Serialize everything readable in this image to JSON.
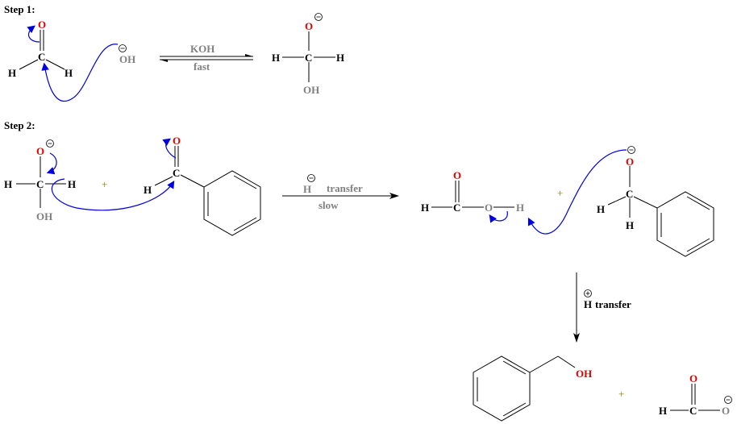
{
  "steps": {
    "step1": "Step 1:",
    "step2": "Step 2:"
  },
  "step1": {
    "formaldehyde": {
      "o": "O",
      "c": "C",
      "h1": "H",
      "h2": "H"
    },
    "hydroxide": "OH",
    "reagent": "KOH",
    "condition": "fast",
    "product": {
      "o": "O",
      "c": "C",
      "h1": "H",
      "h2": "H",
      "oh": "OH"
    }
  },
  "step2": {
    "intermediate": {
      "o": "O",
      "c": "C",
      "h1": "H",
      "h2": "H",
      "oh": "OH"
    },
    "plus": "+",
    "benzaldehyde": {
      "o": "O",
      "c": "C",
      "h": "H"
    },
    "arrow_hydride": "H",
    "arrow_label": "transfer",
    "condition": "slow",
    "formic_acid": {
      "h": "H",
      "c": "C",
      "o1": "O",
      "o2": "O",
      "h2": "H"
    },
    "plus2": "+",
    "alkoxide": {
      "o": "O",
      "c": "C",
      "h1": "H",
      "h2": "H"
    },
    "proton_h": "H",
    "proton_label": "transfer",
    "benzyl_alcohol_oh": "OH",
    "plus3": "+",
    "formate": {
      "h": "H",
      "c": "C",
      "o1": "O",
      "o2": "O"
    }
  },
  "colors": {
    "oxygen": "#e00000",
    "curly_arrow": "#0000e0",
    "gray_atom": "#808080"
  }
}
